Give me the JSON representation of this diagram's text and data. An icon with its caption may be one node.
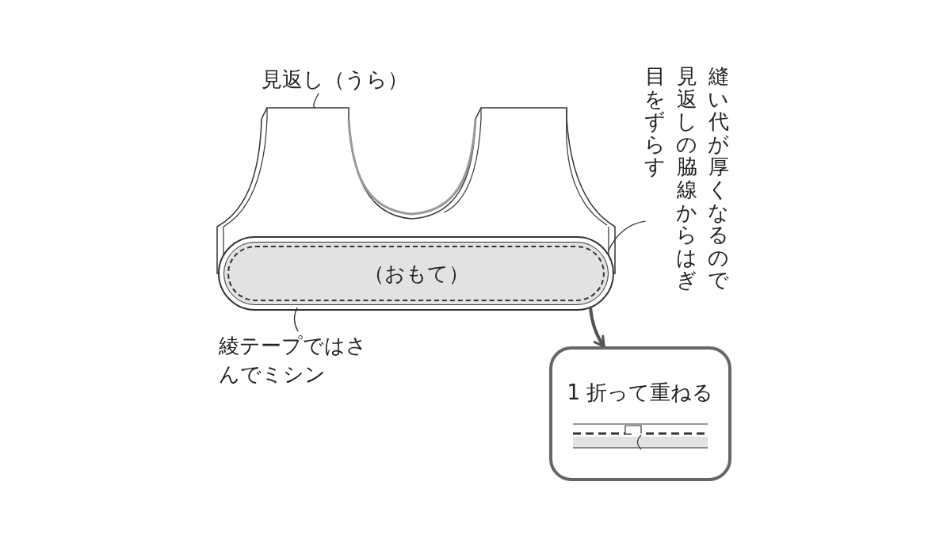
{
  "diagram": {
    "nodes": [
      {
        "text": [
          "見返し（うら）"
        ]
      },
      {
        "text": [],
        "shape": "picture"
      },
      {
        "text": [
          "（おもて）"
        ]
      },
      {
        "text": [
          "縫い代が厚くなるので見返しの脇線からはぎ目をずらす"
        ]
      },
      {
        "text": [
          "綾テープではさんでミシン"
        ]
      },
      {
        "text": [
          "1 折って重ねる"
        ]
      }
    ],
    "edges": [
      {
        "from": 0,
        "to": 1,
        "arrow": "none"
      },
      {
        "from": 3,
        "to": 2,
        "arrow": "none"
      },
      {
        "from": 4,
        "to": 2,
        "arrow": "none"
      },
      {
        "from": 2,
        "to": 5,
        "arrow": "to",
        "style": "thick",
        "color": "#555555"
      }
    ]
  }
}
